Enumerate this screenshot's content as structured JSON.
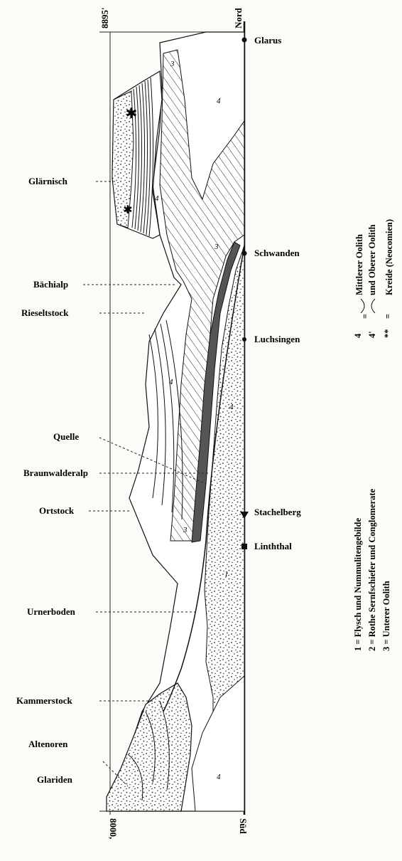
{
  "profile": {
    "top_left_elevation": "8895'",
    "bottom_left_elevation": "8000,",
    "north_label": "Nord",
    "south_label": "Süd"
  },
  "left_labels": [
    "Glärnisch",
    "Bächialp",
    "Rieseltstock",
    "Quelle",
    "Braunwalderalp",
    "Ortstock",
    "Urnerboden",
    "Kammerstock",
    "Altenoren",
    "Glariden"
  ],
  "right_labels": [
    "Glarus",
    "Schwanden",
    "Luchsingen",
    "Stachelberg",
    "Linththal"
  ],
  "layer_numbers": [
    "3",
    "4",
    "3",
    "3",
    "4",
    "4",
    "1",
    "4",
    "4"
  ],
  "legend": {
    "left_column": [
      "1 = Flysch und Nummulitengebilde",
      "2 = Rothe Sernfschiefer und Conglomerate",
      "3 = Unterer Oolith"
    ],
    "right_column": {
      "symbol_4": "4",
      "symbol_4p": "4'",
      "eq": "=",
      "mittlerer": "Mittlerer Oolith",
      "oberer": "und Oberer Oolith",
      "kreide_symbol": "**",
      "kreide": "Kreide (Neocomien)"
    }
  },
  "colors": {
    "ink": "#111111",
    "paper": "#fbfbf8",
    "sernf": "#555555"
  }
}
